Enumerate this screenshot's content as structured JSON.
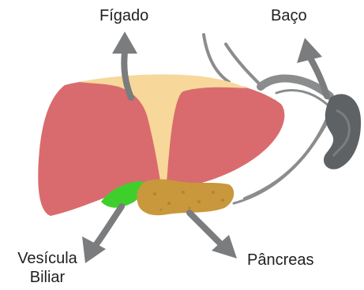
{
  "labels": {
    "liver": "Fígado",
    "spleen": "Baço",
    "pancreas": "Pâncreas",
    "gallbladder_line1": "Vesícula",
    "gallbladder_line2": "Biliar"
  },
  "colors": {
    "liver": "#d96b6e",
    "ligament": "#f7d89a",
    "pancreas": "#c9973c",
    "gallbladder": "#3fcf2c",
    "spleen": "#5f6264",
    "vessels": "#8a8c8e",
    "arrow": "#7a7c7e"
  }
}
